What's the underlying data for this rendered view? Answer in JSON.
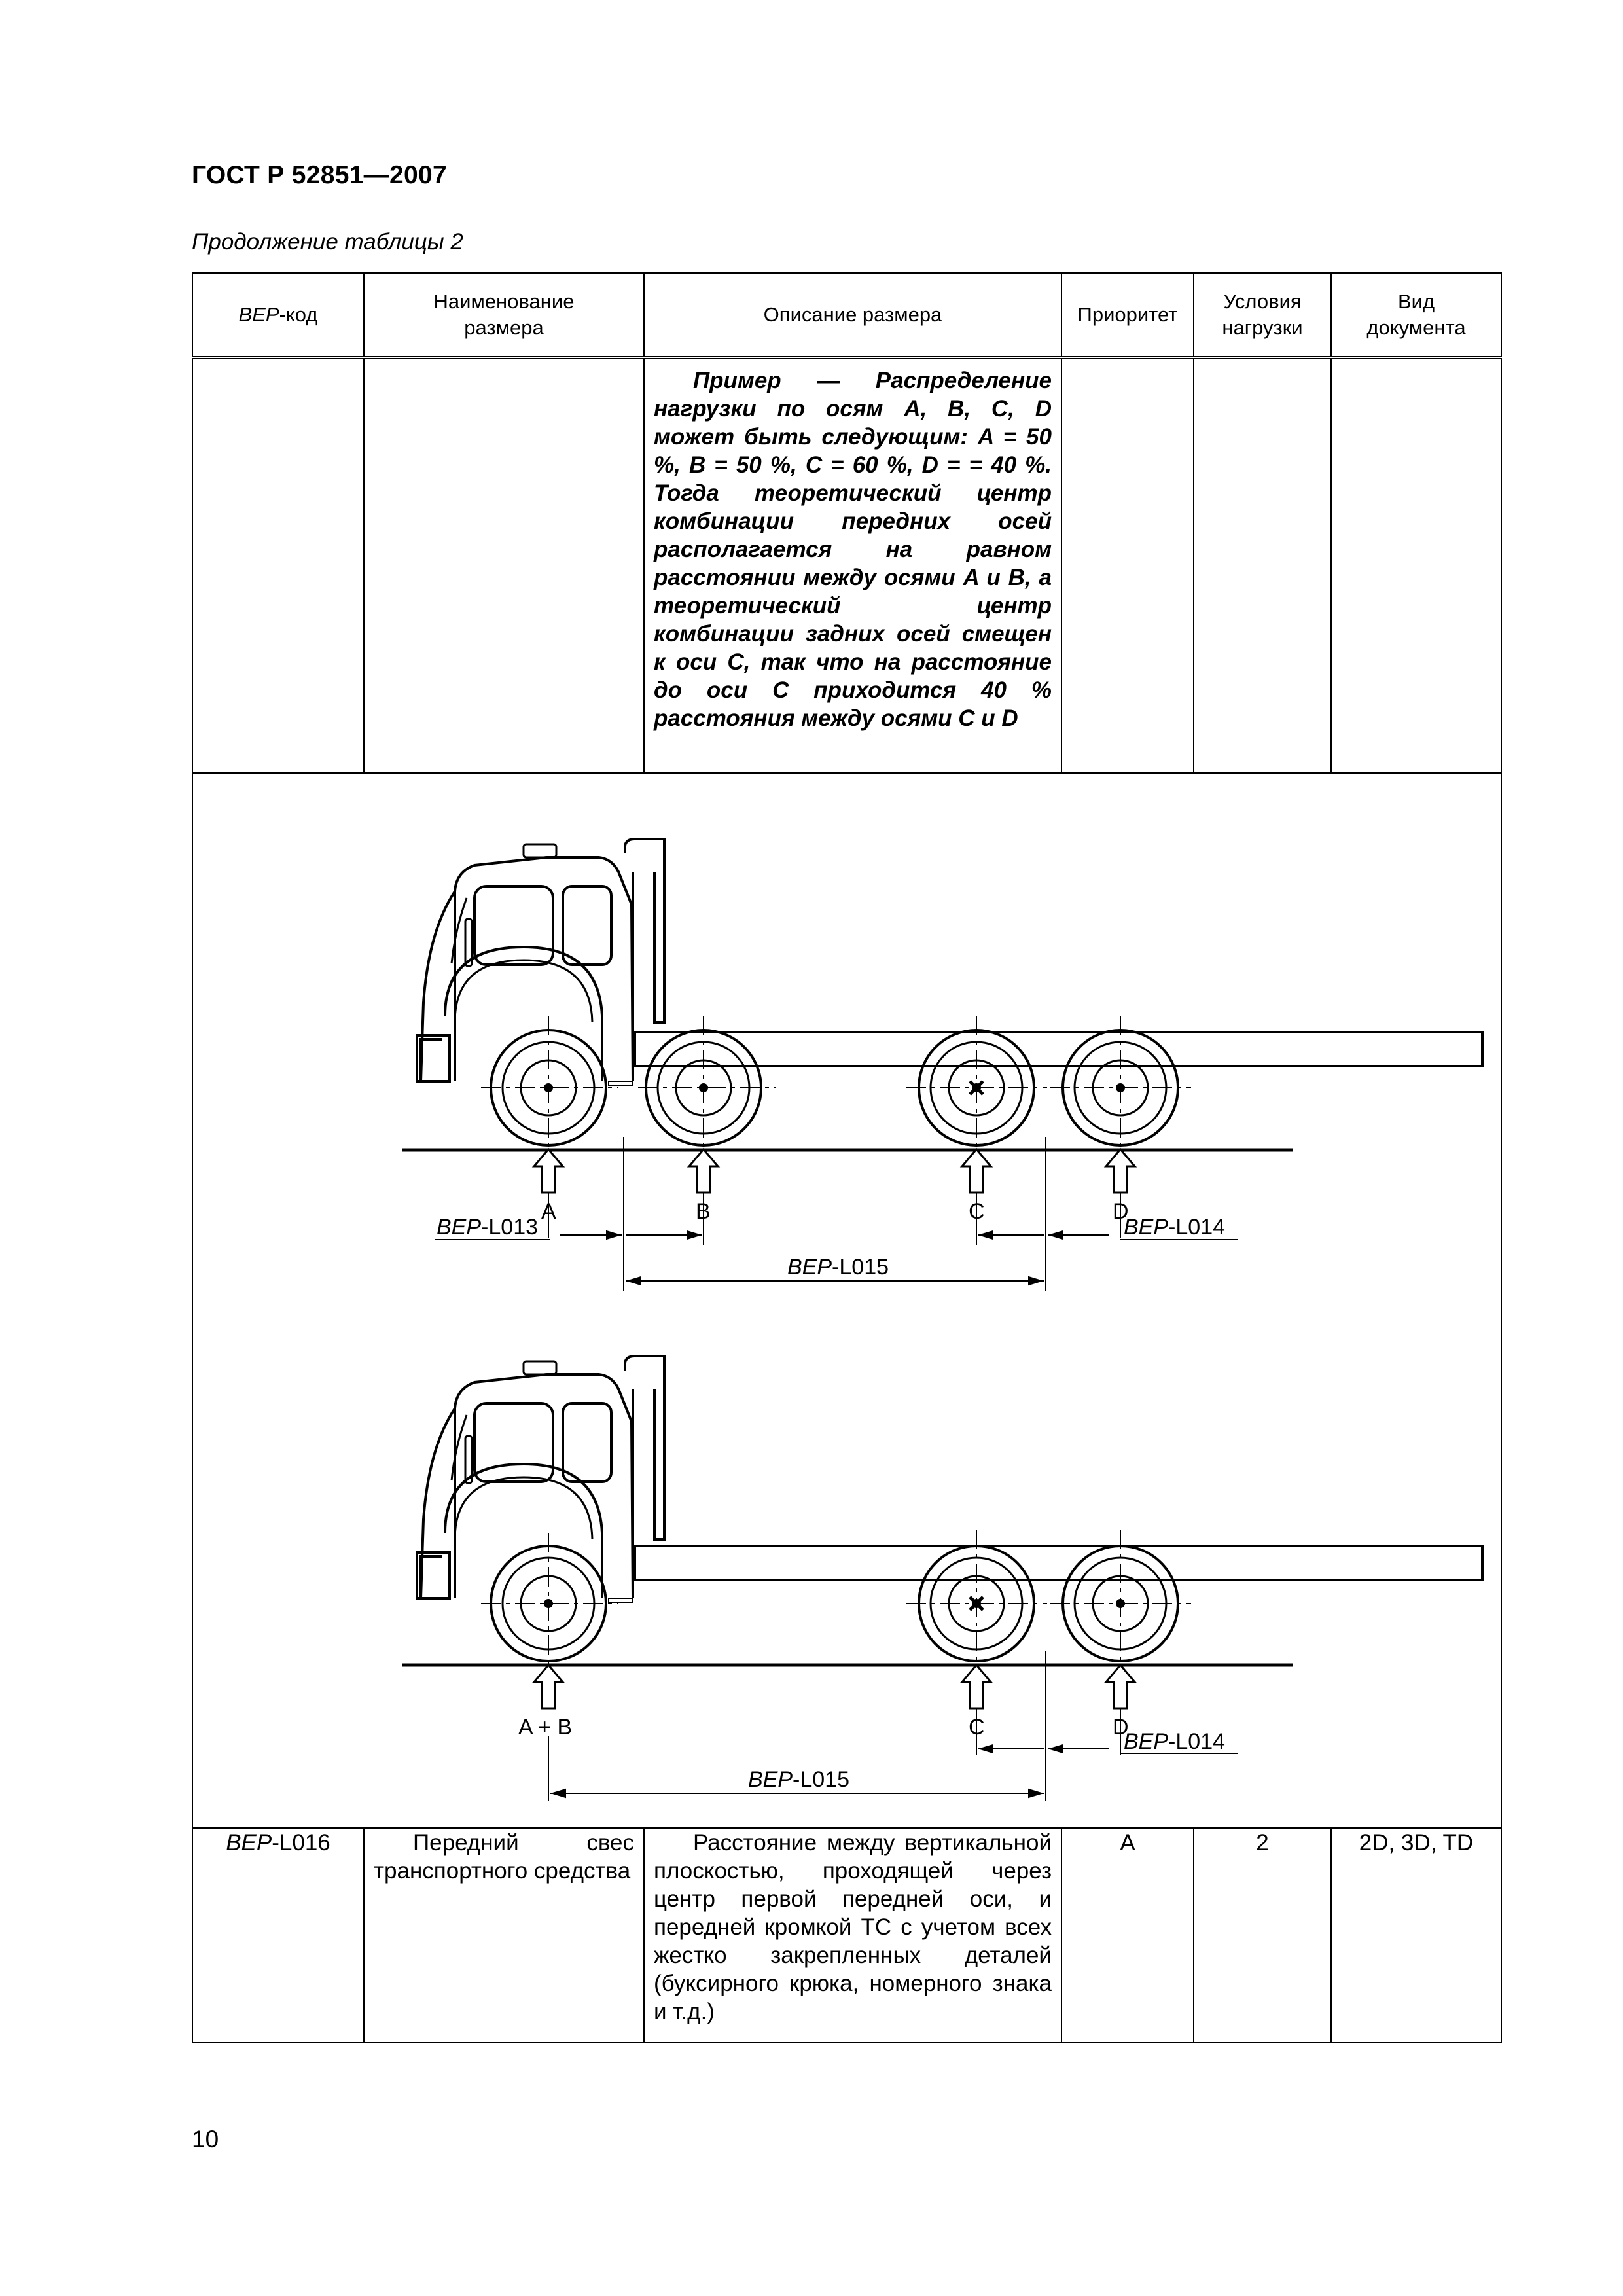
{
  "header": {
    "standard": "ГОСТ Р 52851—2007"
  },
  "caption": "Продолжение таблицы 2",
  "table": {
    "columns": {
      "code_prefix": "BEP",
      "code_suffix": "-код",
      "name_line1": "Наименование",
      "name_line2": "размера",
      "description": "Описание размера",
      "priority": "Приоритет",
      "load_line1": "Условия",
      "load_line2": "нагрузки",
      "doctype_line1": "Вид",
      "doctype_line2": "документа"
    },
    "example_text": "Пример — Распределение нагрузки по осям A, B, C, D может быть следующим: A = 50 %, B = 50 %, C = 60 %, D = = 40 %. Тогда теоретический центр комбинации передних осей располагается на равном расстоянии между осями A и B, а теоретический центр комбинации задних осей смещен к оси C, так что на расстояние до оси C приходится 40 % расстояния между осями C и D",
    "figure": {
      "top": {
        "axle_labels": [
          "A",
          "B",
          "C",
          "D"
        ],
        "dim_left": {
          "prefix": "BEP",
          "suffix": "-L013"
        },
        "dim_right": {
          "prefix": "BEP",
          "suffix": "-L014"
        },
        "dim_bottom": {
          "prefix": "BEP",
          "suffix": "-L015"
        }
      },
      "bottom": {
        "axle_labels": [
          "A + B",
          "C",
          "D"
        ],
        "dim_right": {
          "prefix": "BEP",
          "suffix": "-L014"
        },
        "dim_bottom": {
          "prefix": "BEP",
          "suffix": "-L015"
        }
      }
    },
    "row_l016": {
      "code_prefix": "BEP",
      "code_suffix": "-L016",
      "name": "Передний свес транспортного средства",
      "description": "Расстояние между вертикальной плоскостью, проходящей через центр первой передней оси, и передней кромкой ТС с учетом всех жестко закрепленных деталей (буксирного крюка, номерного знака и т.д.)",
      "priority": "A",
      "load_condition": "2",
      "document_type": "2D, 3D, TD"
    }
  },
  "page_number": "10"
}
